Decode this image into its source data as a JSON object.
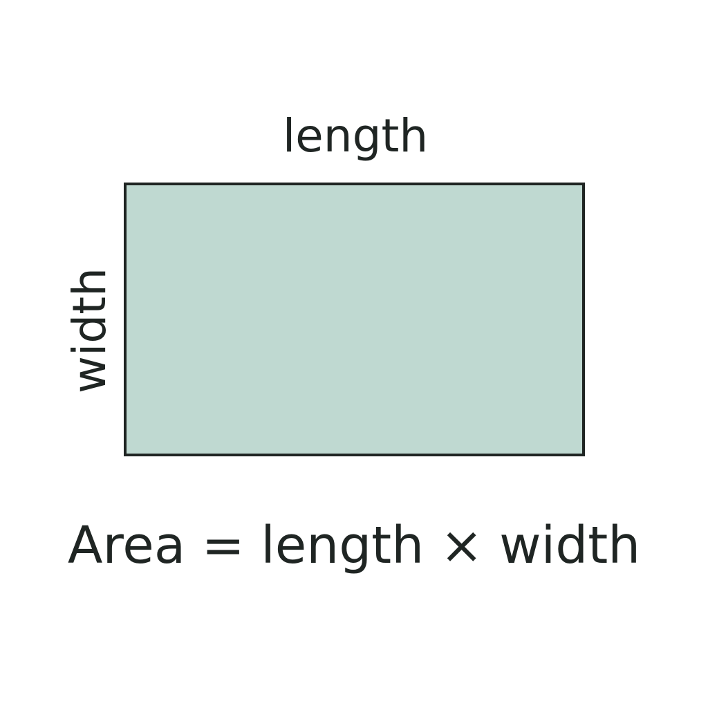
{
  "diagram": {
    "length_label": "length",
    "width_label": "width",
    "formula": "Area = length × width",
    "colors": {
      "rectangle_fill": "#bfd9d1",
      "outline": "#1f2523",
      "text": "#1f2523",
      "background": "#ffffff"
    }
  }
}
